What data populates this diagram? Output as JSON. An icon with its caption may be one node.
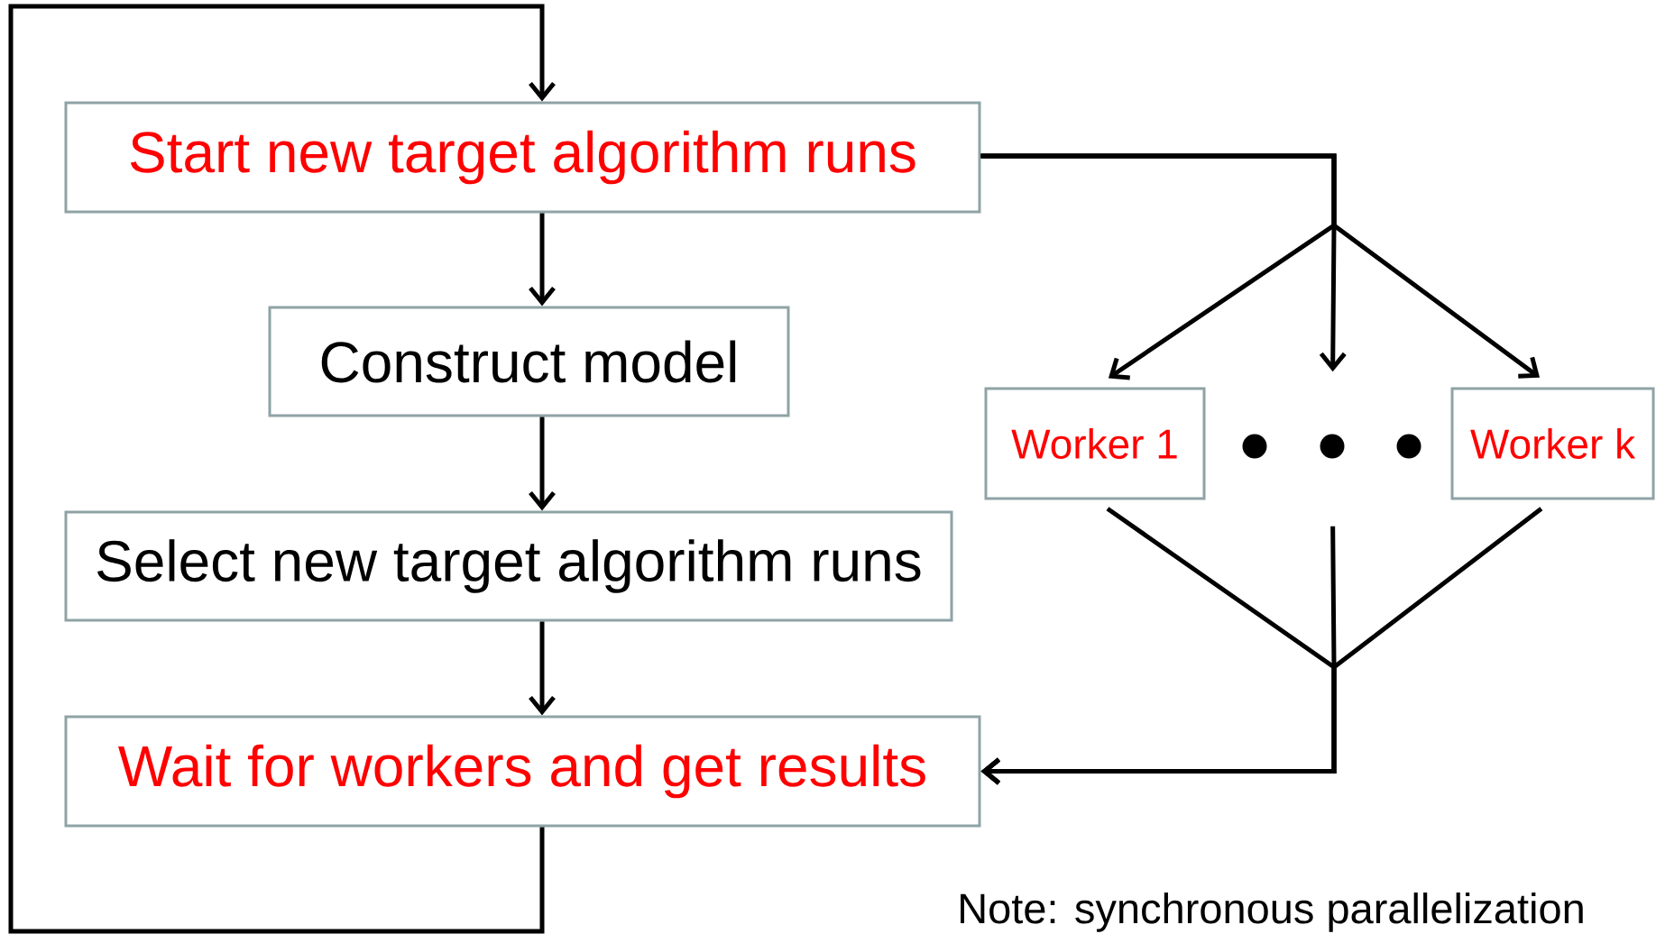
{
  "diagram": {
    "nodes": [
      {
        "text": [
          "Start new target algorithm runs"
        ]
      },
      {
        "text": [
          "Construct model"
        ]
      },
      {
        "text": [
          "Select new target algorithm runs"
        ]
      },
      {
        "text": [
          "Wait for workers and get results"
        ]
      },
      {
        "text": [
          "Worker 1"
        ]
      },
      {
        "text": [],
        "shape": "circle"
      },
      {
        "text": [],
        "shape": "circle"
      },
      {
        "text": [],
        "shape": "circle"
      },
      {
        "text": [
          "Worker k"
        ]
      }
    ],
    "edges": [
      {
        "from": 0,
        "to": 1,
        "arrow": "to"
      },
      {
        "from": 1,
        "to": 2,
        "arrow": "to"
      },
      {
        "from": 2,
        "to": 3,
        "arrow": "to"
      },
      {
        "from": 3,
        "to": 0,
        "arrow": "to"
      },
      {
        "from": 0,
        "to": 4,
        "arrow": "to"
      },
      {
        "from": 0,
        "to": 6,
        "arrow": "to"
      },
      {
        "from": 0,
        "to": 8,
        "arrow": "to"
      },
      {
        "from": 4,
        "to": 3,
        "arrow": "to"
      },
      {
        "from": 6,
        "to": 3,
        "arrow": "to"
      },
      {
        "from": 8,
        "to": 3,
        "arrow": "to"
      }
    ],
    "labels": [
      "Note: synchronous parallelization"
    ]
  }
}
